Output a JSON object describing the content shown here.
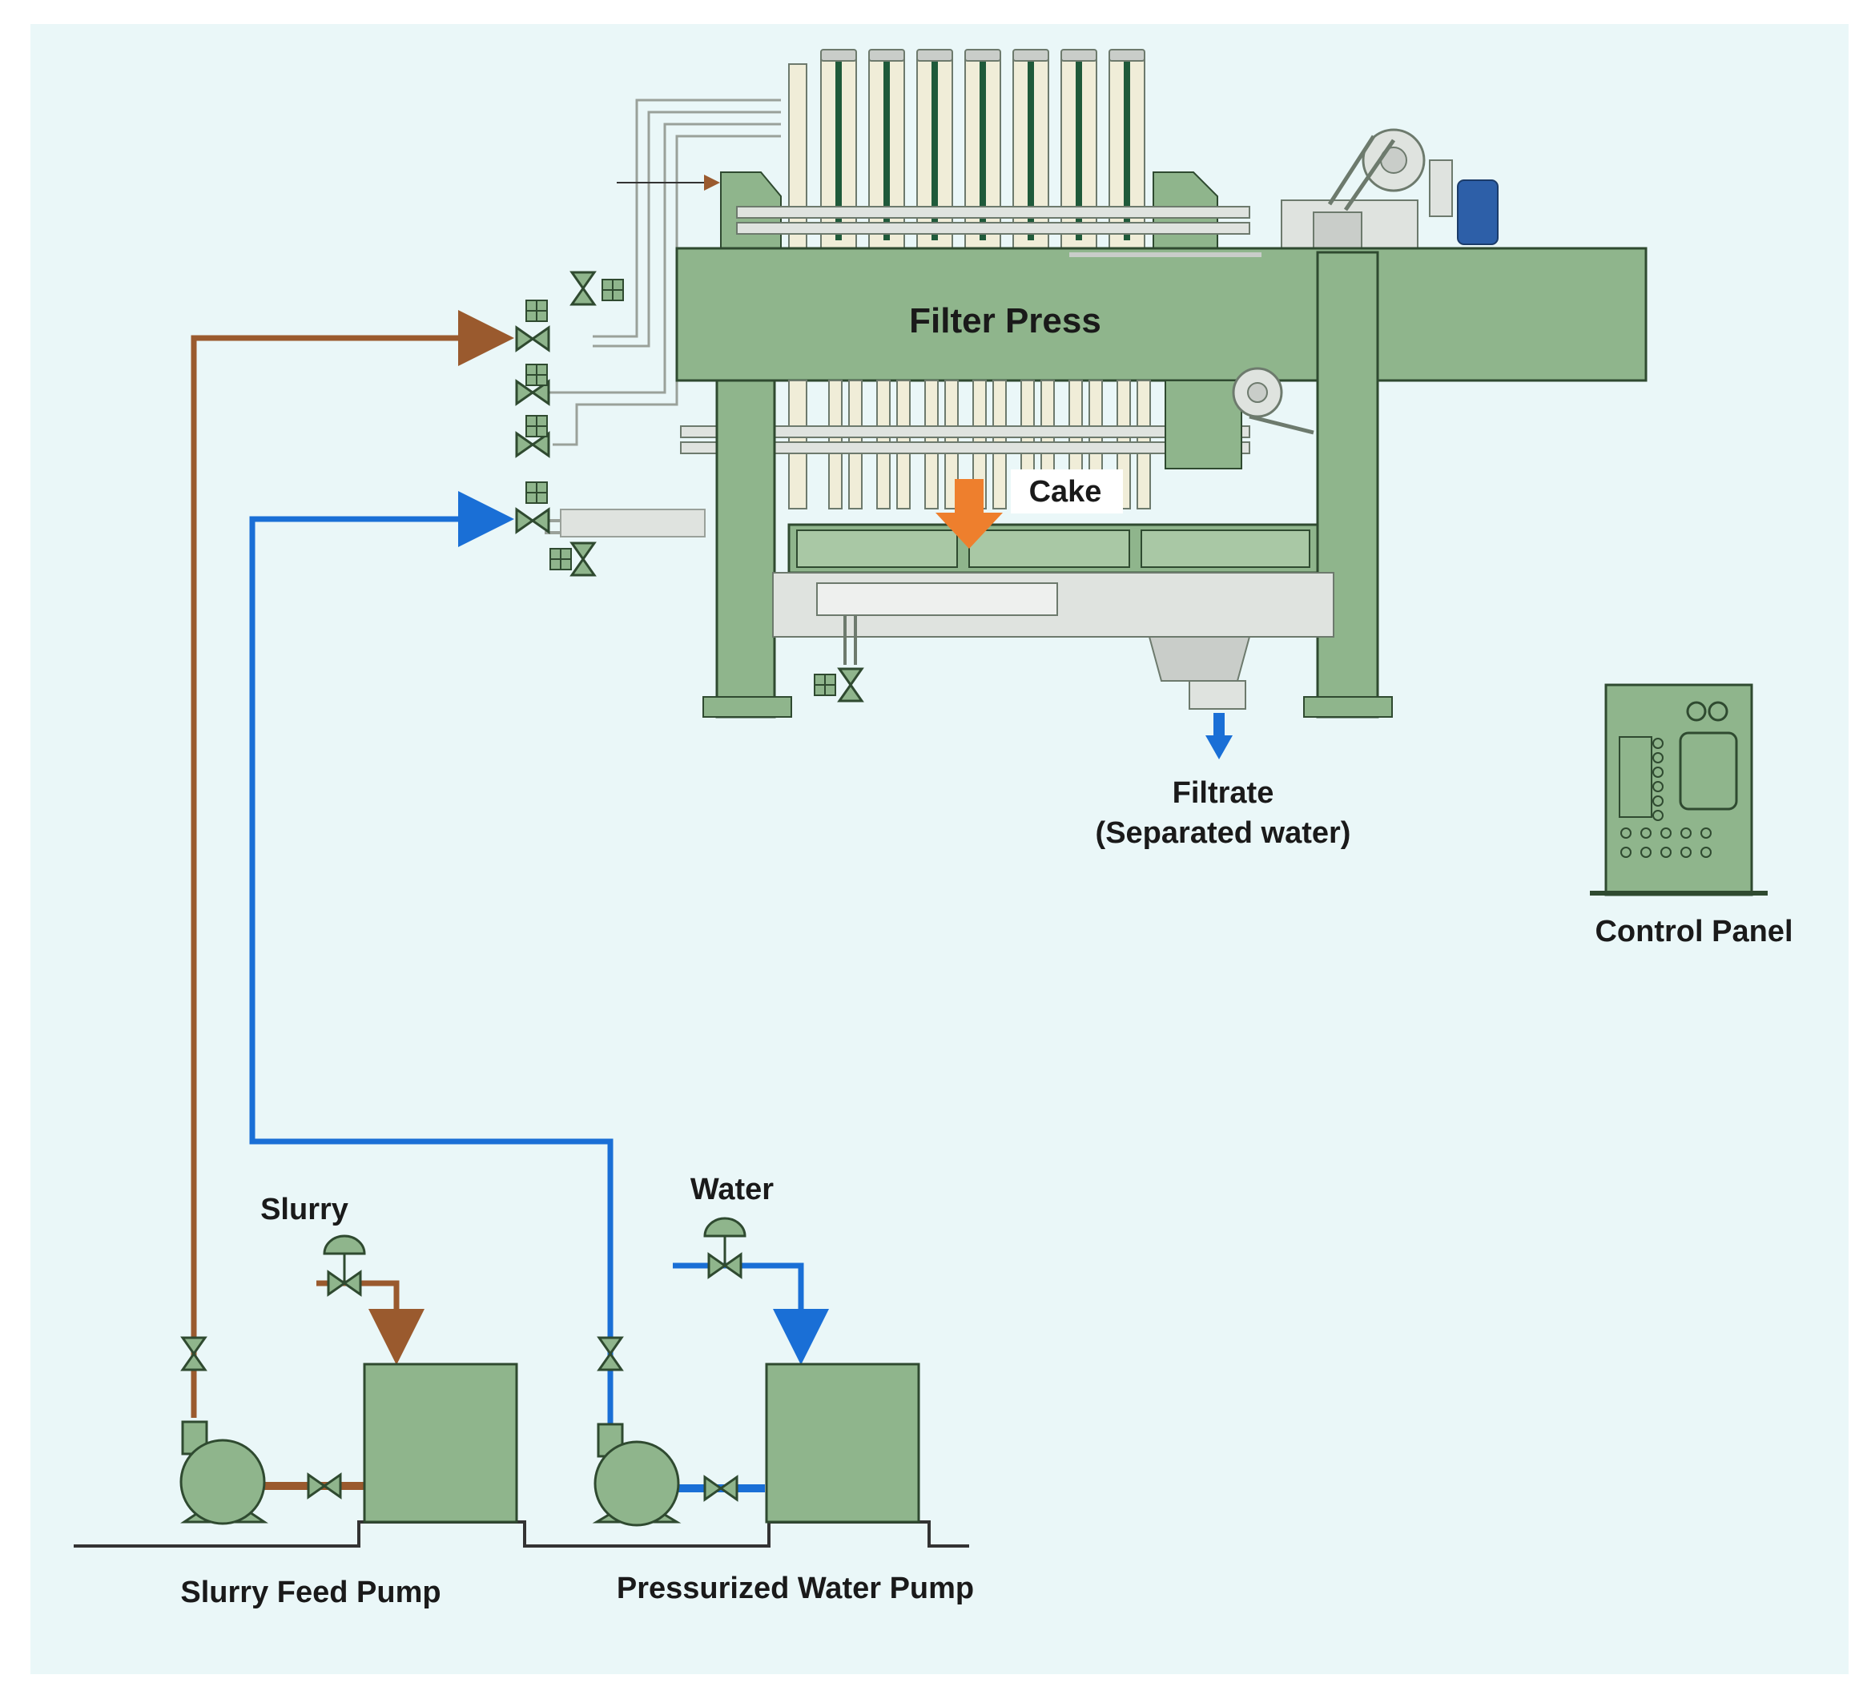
{
  "labels": {
    "filter_press": "Filter Press",
    "cake": "Cake",
    "filtrate_line1": "Filtrate",
    "filtrate_line2": "(Separated water)",
    "control_panel": "Control Panel",
    "slurry": "Slurry",
    "water": "Water",
    "slurry_feed_pump": "Slurry Feed Pump",
    "pressurized_water_pump": "Pressurized Water Pump"
  },
  "colors": {
    "background": "#eaf7f8",
    "equipment_green": "#8fb58c",
    "equipment_outline": "#2f4a30",
    "slurry_line": "#9a5a2e",
    "water_line": "#1a6fd6",
    "cake_arrow": "#ee7f2d",
    "pipe_gray": "#c9cdc9"
  }
}
